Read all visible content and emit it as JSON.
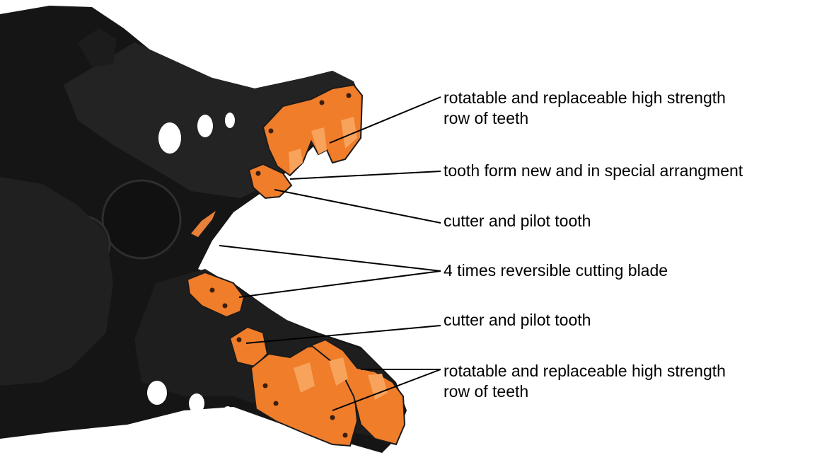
{
  "colors": {
    "background": "#ffffff",
    "body_dark": "#151515",
    "body_mid": "#232323",
    "body_edge": "#2e2e2e",
    "accent_orange": "#f07d2a",
    "accent_orange_light": "#f8a35c",
    "bolt": "#3a1f10",
    "leader_line": "#000000",
    "text": "#000000"
  },
  "diagram": {
    "subject": "demolition-shear-jaws",
    "callouts": [
      {
        "id": "upper-teeth-row",
        "text": "rotatable and replaceable high strength\nrow of teeth"
      },
      {
        "id": "tooth-form",
        "text": "tooth form new and in special arrangment"
      },
      {
        "id": "upper-cutter-pilot",
        "text": "cutter and pilot tooth"
      },
      {
        "id": "cutting-blade",
        "text": "4 times reversible cutting blade"
      },
      {
        "id": "lower-cutter-pilot",
        "text": "cutter and pilot tooth"
      },
      {
        "id": "lower-teeth-row",
        "text": "rotatable and replaceable high strength\nrow of teeth"
      }
    ]
  }
}
